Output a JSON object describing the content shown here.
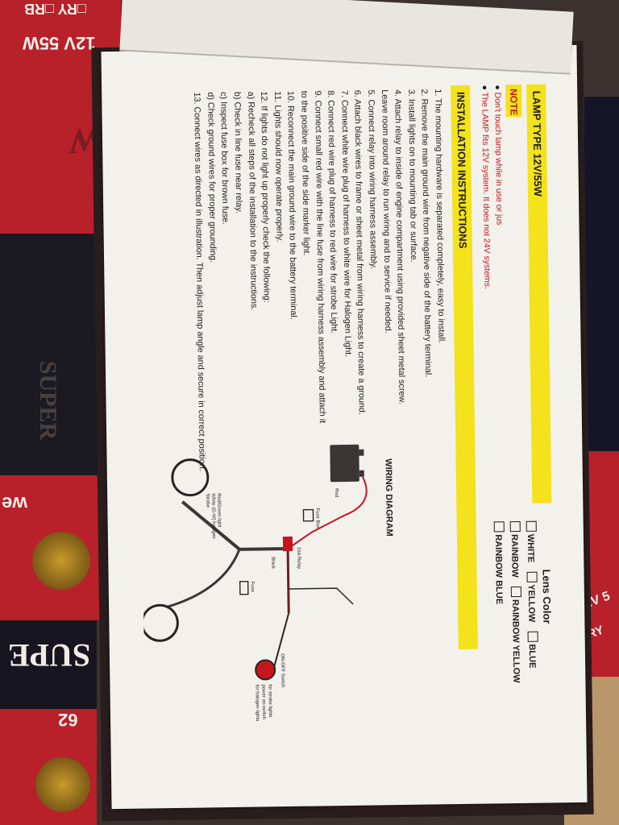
{
  "background": {
    "top_left_label": "12V 55W",
    "top_left_checks": "□RY  □RB",
    "right_label": "12V 5",
    "right_check": "□RY",
    "left_brand_upper": "W",
    "left_brand_mid": "SUPER",
    "left_brand_lower": "SUPE",
    "left_red_word": "we",
    "left_bottom_num": "62"
  },
  "card": {
    "lamp_type": "LAMP TYPE 12V/55W",
    "note_label": "NOTE",
    "notes": [
      "Don't touch lamp while in use or jus",
      "The LAMP fits 12V system. It does not    24V systems."
    ],
    "section_title": "INSTALLATION INSTRUCTIONS",
    "steps": [
      "1. The mounting hardware is separated completely, easy to install.",
      "2. Remove the main ground wire from negative side of the battery terminal.",
      "3. Install lights on to mounting tab or surface.",
      "4. Attach relay to inside of engine compartment using provided sheet metal screw.",
      "    Leave room around relay to run wiring and to service if needed.",
      "5. Connect relay into wiring harness assembly.",
      "6. Attach black wires to frame or sheet metal from wiring harness to create a ground.",
      "7. Connect white wire plug of harness to white wire for Halogen Light.",
      "8. Connect red wire plug of harness to red wire for strobe Light.",
      "9. Connect small red wire with the line fuse from wiring harness assembly and attach it",
      "    to the positive side of the side marker light.",
      "10. Reconnect the main ground wire to the battery terminal.",
      "11. Lights should now operate properly.",
      "12. If lights do not light up properly check the following:",
      "    a) Recheck all steps of the installation to the instructions.",
      "    b) Check in line fuse near relay.",
      "    c) Inspect fuse box for brown fuse.",
      "    d) Check ground wires for proper grounding.",
      "13. Connect wires as directed in illustration. Then adjust lamp angle and secure in correct position."
    ],
    "lens_color_title": "Lens Color",
    "lens_options": [
      "WHITE",
      "YELLOW",
      "BLUE",
      "RAINBOW",
      "RAINBOW YELLOW",
      "RAINBOW BLUE"
    ],
    "wiring_title": "WIRING DIAGRAM",
    "diagram_labels": {
      "relay": "15A Relay",
      "fuse_box": "Fuse Box",
      "red": "Red",
      "black": "Black",
      "fuse": "Fuse",
      "switch": "ON-OFF Switch",
      "switch_note_1": "for strobe lights",
      "switch_note_2": "power on-switch",
      "switch_note_3": "for halogen lights",
      "light": "Red/Green light",
      "halogen": "White (G-W) halogen",
      "strobe": "Strobe"
    }
  }
}
